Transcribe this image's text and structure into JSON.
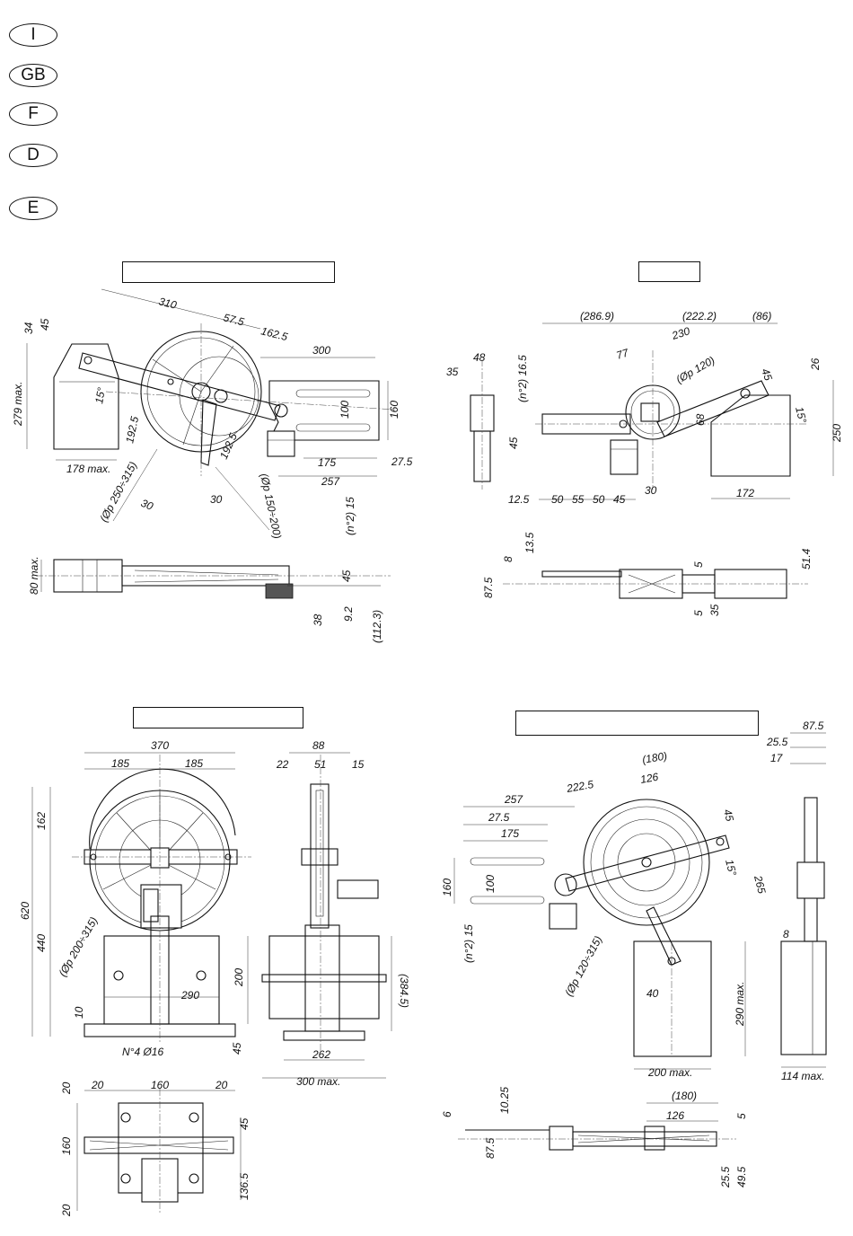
{
  "languages": [
    "I",
    "GB",
    "F",
    "D",
    "E"
  ],
  "view1": {
    "dims": [
      "310",
      "57.5",
      "162.5",
      "300",
      "45",
      "34",
      "279 max.",
      "15°",
      "100",
      "160",
      "192.5",
      "192.5",
      "178 max.",
      "(Øp 250÷315)",
      "30",
      "30",
      "(Øp 150÷200)",
      "175",
      "27.5",
      "257",
      "(n°2) 15"
    ],
    "side_dims": [
      "80 max.",
      "45",
      "38",
      "9.2",
      "(112.3)"
    ]
  },
  "view2": {
    "dims": [
      "(286.9)",
      "(222.2)",
      "(86)",
      "230",
      "77",
      "(Øp 120)",
      "45",
      "26",
      "15°",
      "250",
      "68",
      "48",
      "35",
      "(n°2) 16.5",
      "45",
      "30",
      "12.5",
      "50",
      "55",
      "50",
      "45",
      "172"
    ],
    "side_dims": [
      "13.5",
      "8",
      "87.5",
      "5",
      "51.4",
      "5",
      "35"
    ]
  },
  "view3": {
    "dims": [
      "370",
      "185",
      "185",
      "162",
      "620",
      "440",
      "(Øp 200÷315)",
      "290",
      "200",
      "10",
      "N°4 Ø16",
      "45",
      "88",
      "22",
      "51",
      "15",
      "(384.5)",
      "262",
      "300 max."
    ],
    "bottom_dims": [
      "20",
      "160",
      "20",
      "20",
      "160",
      "20",
      "45",
      "136.5"
    ]
  },
  "view4": {
    "dims": [
      "(180)",
      "126",
      "222.5",
      "257",
      "27.5",
      "175",
      "160",
      "100",
      "(n°2) 15",
      "45",
      "15°",
      "265",
      "(Øp 120÷315)",
      "40",
      "290 max.",
      "200 max.",
      "87.5",
      "25.5",
      "17",
      "8",
      "114 max."
    ],
    "side_dims": [
      "6",
      "10.25",
      "(180)",
      "126",
      "87.5",
      "5",
      "25.5",
      "49.5"
    ]
  }
}
